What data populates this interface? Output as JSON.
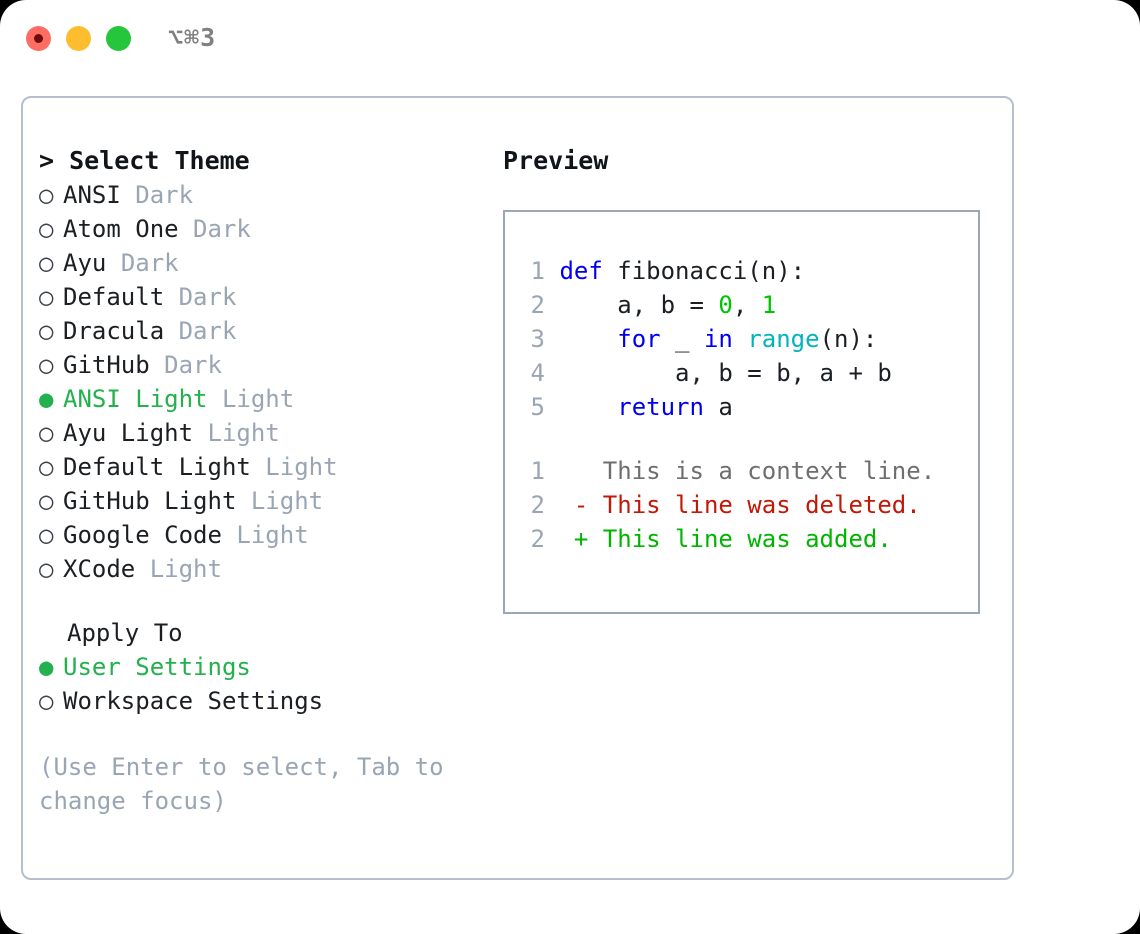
{
  "titlebar": {
    "shortcut": "⌥⌘3",
    "buttons": [
      {
        "name": "close",
        "color": "#fd6d61"
      },
      {
        "name": "minimize",
        "color": "#fdbd2e"
      },
      {
        "name": "maximize",
        "color": "#25c63c"
      }
    ]
  },
  "theme_picker": {
    "heading": "> Select Theme",
    "bullet_selected": "●",
    "bullet_unselected": "○",
    "items": [
      {
        "bullet": "○",
        "name": "ANSI",
        "tag": "Dark",
        "selected": false
      },
      {
        "bullet": "○",
        "name": "Atom One",
        "tag": "Dark",
        "selected": false
      },
      {
        "bullet": "○",
        "name": "Ayu",
        "tag": "Dark",
        "selected": false
      },
      {
        "bullet": "○",
        "name": "Default",
        "tag": "Dark",
        "selected": false
      },
      {
        "bullet": "○",
        "name": "Dracula",
        "tag": "Dark",
        "selected": false
      },
      {
        "bullet": "○",
        "name": "GitHub",
        "tag": "Dark",
        "selected": false
      },
      {
        "bullet": "●",
        "name": "ANSI Light",
        "tag": "Light",
        "selected": true
      },
      {
        "bullet": "○",
        "name": "Ayu Light",
        "tag": "Light",
        "selected": false
      },
      {
        "bullet": "○",
        "name": "Default Light",
        "tag": "Light",
        "selected": false
      },
      {
        "bullet": "○",
        "name": "GitHub Light",
        "tag": "Light",
        "selected": false
      },
      {
        "bullet": "○",
        "name": "Google Code",
        "tag": "Light",
        "selected": false
      },
      {
        "bullet": "○",
        "name": "XCode",
        "tag": "Light",
        "selected": false
      }
    ]
  },
  "apply_to": {
    "heading": "Apply To",
    "options": [
      {
        "bullet": "●",
        "label": "User Settings",
        "selected": true
      },
      {
        "bullet": "○",
        "label": "Workspace Settings",
        "selected": false
      }
    ]
  },
  "hint": "(Use Enter to select, Tab to change focus)",
  "preview": {
    "heading": "Preview",
    "code_lines": [
      {
        "no": "1",
        "tokens": [
          {
            "t": "def",
            "c": "kw"
          },
          {
            "t": " fibonacci(n):",
            "c": "pl"
          }
        ]
      },
      {
        "no": "2",
        "tokens": [
          {
            "t": "    a, b = ",
            "c": "pl"
          },
          {
            "t": "0",
            "c": "num"
          },
          {
            "t": ", ",
            "c": "pl"
          },
          {
            "t": "1",
            "c": "num"
          }
        ]
      },
      {
        "no": "3",
        "tokens": [
          {
            "t": "    ",
            "c": "pl"
          },
          {
            "t": "for",
            "c": "kw"
          },
          {
            "t": " _ ",
            "c": "pl"
          },
          {
            "t": "in",
            "c": "kw"
          },
          {
            "t": " ",
            "c": "pl"
          },
          {
            "t": "range",
            "c": "bi"
          },
          {
            "t": "(n):",
            "c": "pl"
          }
        ]
      },
      {
        "no": "4",
        "tokens": [
          {
            "t": "        a, b = b, a + b",
            "c": "pl"
          }
        ]
      },
      {
        "no": "5",
        "tokens": [
          {
            "t": "    ",
            "c": "pl"
          },
          {
            "t": "return",
            "c": "kw"
          },
          {
            "t": " a",
            "c": "pl"
          }
        ]
      }
    ],
    "diff_lines": [
      {
        "no": "1",
        "marker": " ",
        "text": "This is a context line.",
        "kind": "ctx"
      },
      {
        "no": "2",
        "marker": "-",
        "text": "This line was deleted.",
        "kind": "del"
      },
      {
        "no": "2",
        "marker": "+",
        "text": "This line was added.",
        "kind": "add"
      }
    ]
  },
  "colors": {
    "accent_green": "#22b14c",
    "muted": "#9aa5b4",
    "keyword": "#0000ee",
    "number": "#00c400",
    "builtin": "#00b5bd",
    "diff_delete": "#c21807",
    "diff_add": "#00b400",
    "panel_border": "#b6bfcc",
    "code_border": "#9aa7b8"
  }
}
